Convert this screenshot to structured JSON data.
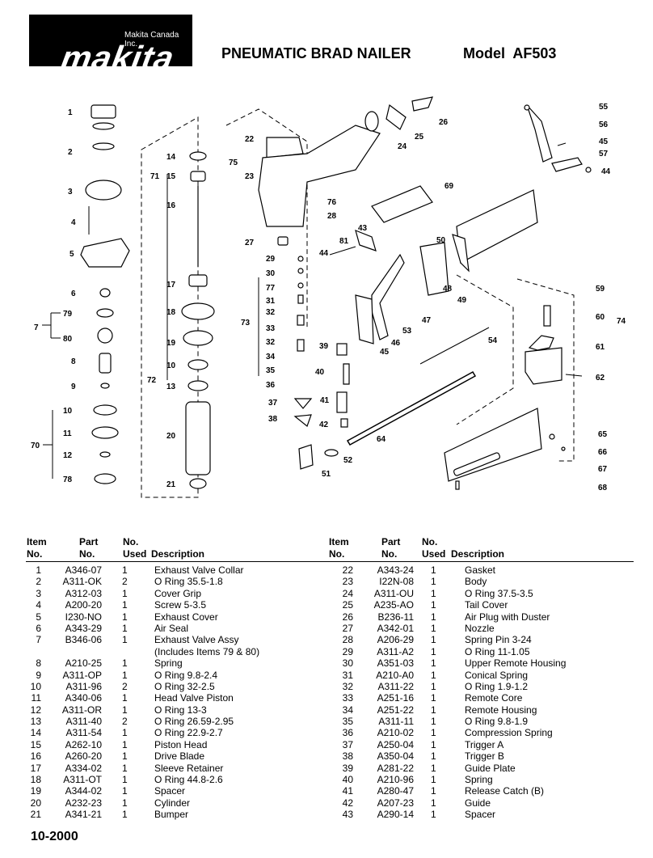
{
  "header": {
    "company": "Makita Canada Inc.",
    "brand": "makita",
    "title": "PNEUMATIC BRAD NAILER",
    "model": "Model  AF503"
  },
  "diagram_labels": [
    "1",
    "2",
    "3",
    "4",
    "5",
    "6",
    "7",
    "79",
    "80",
    "8",
    "9",
    "10",
    "11",
    "12",
    "70",
    "78",
    "14",
    "71",
    "15",
    "16",
    "17",
    "18",
    "19",
    "72",
    "13",
    "20",
    "21",
    "22",
    "75",
    "23",
    "76",
    "28",
    "27",
    "29",
    "30",
    "77",
    "31",
    "32",
    "73",
    "33",
    "34",
    "35",
    "36",
    "37",
    "38",
    "26",
    "25",
    "24",
    "69",
    "43",
    "81",
    "44",
    "50",
    "39",
    "40",
    "41",
    "42",
    "53",
    "45",
    "46",
    "47",
    "48",
    "49",
    "54",
    "64",
    "52",
    "51",
    "55",
    "56",
    "57",
    "59",
    "60",
    "74",
    "61",
    "62",
    "65",
    "66",
    "67",
    "68"
  ],
  "table": {
    "headers": {
      "item_top": "Item",
      "item_bot": "No.",
      "part_top": "Part",
      "part_bot": "No.",
      "no_top": "No.",
      "used": "Used",
      "desc": "Description"
    },
    "left": [
      [
        "1",
        "A346-07",
        "1",
        "Exhaust Valve Collar"
      ],
      [
        "2",
        "A311-OK",
        "2",
        "O Ring 35.5-1.8"
      ],
      [
        "3",
        "A312-03",
        "1",
        "Cover Grip"
      ],
      [
        "4",
        "A200-20",
        "1",
        "Screw 5-3.5"
      ],
      [
        "5",
        "I230-NO",
        "1",
        "Exhaust Cover"
      ],
      [
        "6",
        "A343-29",
        "1",
        "Air Seal"
      ],
      [
        "7",
        "B346-06",
        "1",
        "Exhaust Valve Assy"
      ],
      [
        "",
        "",
        "",
        "(Includes Items 79 & 80)"
      ],
      [
        "8",
        "A210-25",
        "1",
        "Spring"
      ],
      [
        "9",
        "A311-OP",
        "1",
        "O Ring 9.8-2.4"
      ],
      [
        "10",
        "A311-96",
        "2",
        "O Ring 32-2.5"
      ],
      [
        "11",
        "A340-06",
        "1",
        "Head Valve Piston"
      ],
      [
        "12",
        "A311-OR",
        "1",
        "O Ring 13-3"
      ],
      [
        "13",
        "A311-40",
        "2",
        "O Ring 26.59-2.95"
      ],
      [
        "14",
        "A311-54",
        "1",
        "O Ring 22.9-2.7"
      ],
      [
        "15",
        "A262-10",
        "1",
        "Piston Head"
      ],
      [
        "16",
        "A260-20",
        "1",
        "Drive Blade"
      ],
      [
        "17",
        "A334-02",
        "1",
        "Sleeve Retainer"
      ],
      [
        "18",
        "A311-OT",
        "1",
        "O Ring 44.8-2.6"
      ],
      [
        "19",
        "A344-02",
        "1",
        "Spacer"
      ],
      [
        "20",
        "A232-23",
        "1",
        "Cylinder"
      ],
      [
        "21",
        "A341-21",
        "1",
        "Bumper"
      ]
    ],
    "right": [
      [
        "22",
        "A343-24",
        "1",
        "Gasket"
      ],
      [
        "23",
        "I22N-08",
        "1",
        "Body"
      ],
      [
        "24",
        "A311-OU",
        "1",
        "O Ring 37.5-3.5"
      ],
      [
        "25",
        "A235-AO",
        "1",
        "Tail Cover"
      ],
      [
        "26",
        "B236-11",
        "1",
        "Air Plug with Duster"
      ],
      [
        "27",
        "A342-01",
        "1",
        "Nozzle"
      ],
      [
        "28",
        "A206-29",
        "1",
        "Spring Pin 3-24"
      ],
      [
        "29",
        "A311-A2",
        "1",
        "O Ring 11-1.05"
      ],
      [
        "30",
        "A351-03",
        "1",
        "Upper Remote Housing"
      ],
      [
        "31",
        "A210-A0",
        "1",
        "Conical Spring"
      ],
      [
        "32",
        "A311-22",
        "1",
        "O Ring 1.9-1.2"
      ],
      [
        "33",
        "A251-16",
        "1",
        "Remote Core"
      ],
      [
        "34",
        "A251-22",
        "1",
        "Remote Housing"
      ],
      [
        "35",
        "A311-11",
        "1",
        "O Ring 9.8-1.9"
      ],
      [
        "36",
        "A210-02",
        "1",
        "Compression Spring"
      ],
      [
        "37",
        "A250-04",
        "1",
        "Trigger A"
      ],
      [
        "38",
        "A350-04",
        "1",
        "Trigger B"
      ],
      [
        "39",
        "A281-22",
        "1",
        "Guide Plate"
      ],
      [
        "40",
        "A210-96",
        "1",
        "Spring"
      ],
      [
        "41",
        "A280-47",
        "1",
        "Release Catch (B)"
      ],
      [
        "42",
        "A207-23",
        "1",
        "Guide"
      ],
      [
        "43",
        "A290-14",
        "1",
        "Spacer"
      ]
    ]
  },
  "footer": {
    "date": "10-2000"
  }
}
